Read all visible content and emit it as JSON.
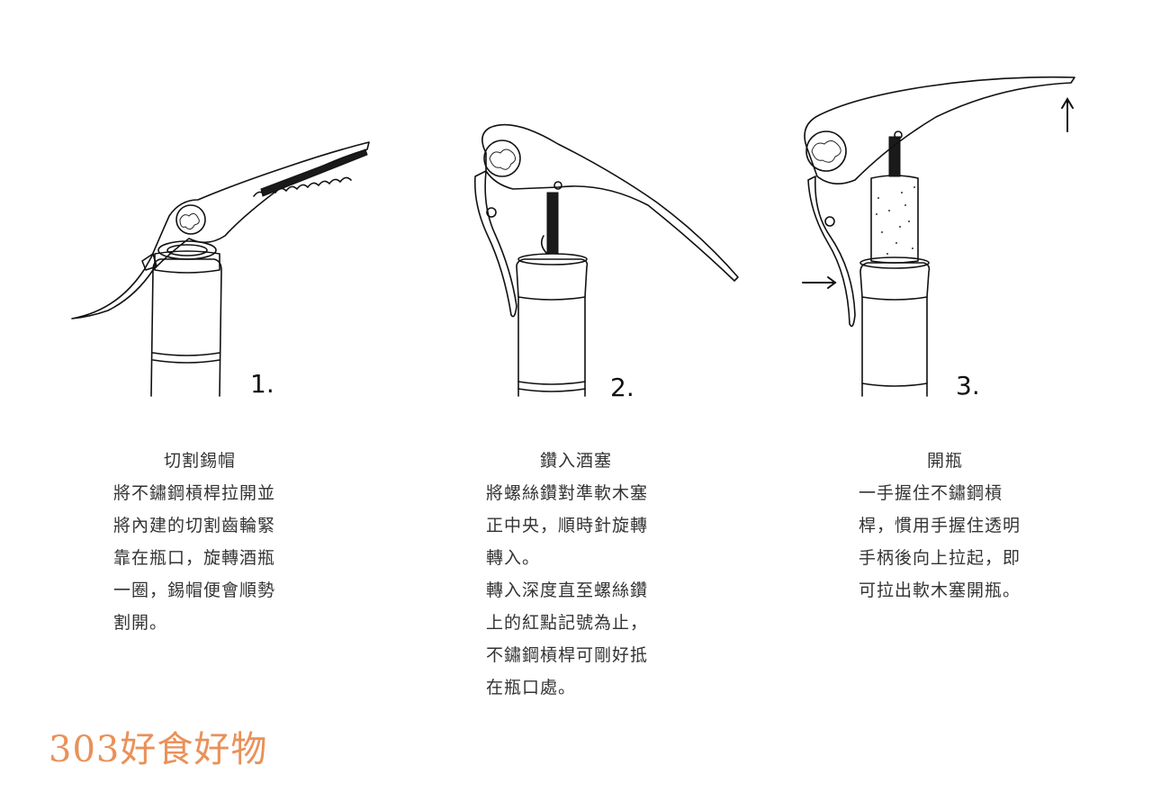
{
  "steps": [
    {
      "number": "1.",
      "title": "切割錫帽",
      "lines": [
        "將不鏽鋼槓桿拉開並",
        "將內建的切割齒輪緊",
        "靠在瓶口，旋轉酒瓶",
        "一圈，錫帽便會順勢",
        "割開。"
      ]
    },
    {
      "number": "2.",
      "title": "鑽入酒塞",
      "lines": [
        "將螺絲鑽對準軟木塞",
        "正中央，順時針旋轉",
        "轉入。",
        "轉入深度直至螺絲鑽",
        "上的紅點記號為止，",
        "不鏽鋼槓桿可剛好抵",
        "在瓶口處。"
      ]
    },
    {
      "number": "3.",
      "title": "開瓶",
      "lines": [
        "一手握住不鏽鋼槓",
        "桿，慣用手握住透明",
        "手柄後向上拉起，即",
        "可拉出軟木塞開瓶。"
      ]
    }
  ],
  "brand": "303好食好物",
  "colors": {
    "brand": "#e9915a",
    "ink": "#111111"
  }
}
